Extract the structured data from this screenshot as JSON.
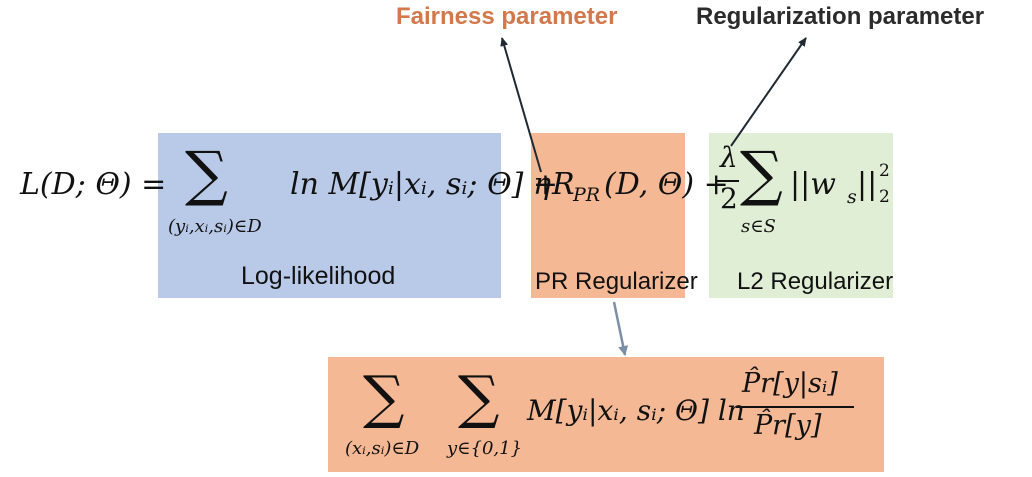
{
  "annotations": {
    "fairness_parameter": "Fairness parameter",
    "regularization_parameter": "Regularization parameter"
  },
  "colors": {
    "loglik_box": "#b9c9e8",
    "pr_box": "#f5b894",
    "l2_box": "#e1eed6",
    "fairness_label": "#d2784a",
    "regularization_label": "#2b2b2b",
    "pr_arrow": "#7d8fa6"
  },
  "captions": {
    "log_likelihood": "Log-likelihood",
    "pr_regularizer": "PR Regularizer",
    "l2_regularizer": "L2 Regularizer"
  },
  "main_equation": {
    "lhs": "L(D; Θ) =",
    "sum_symbol": "∑",
    "sum1_subscript": "(yᵢ,xᵢ,sᵢ)∈D",
    "loglik_term": "ln M[yᵢ|xᵢ, sᵢ; Θ] +",
    "eta": "η",
    "pr_term": "R",
    "pr_sub": "PR",
    "pr_args": "(D, Θ) +",
    "lambda": "λ",
    "two": "2",
    "sum2_subscript": "s∈S",
    "norm_term": "||w",
    "norm_sub": "s",
    "norm_close": "||",
    "norm_sup": "2",
    "norm_sub2": "2"
  },
  "pr_equation": {
    "sum_symbol": "∑",
    "sum1_subscript": "(xᵢ,sᵢ)∈D",
    "sum2_subscript": "y∈{0,1}",
    "body": "M[yᵢ|xᵢ, sᵢ; Θ] ln",
    "numerator": "P̂r[y|sᵢ]",
    "denominator": "P̂r[y]"
  }
}
